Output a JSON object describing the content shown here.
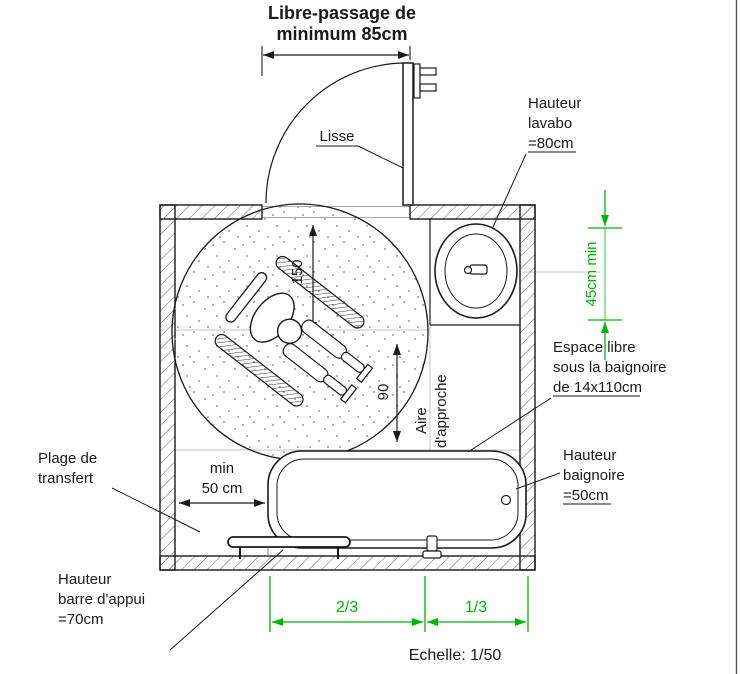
{
  "colors": {
    "accent_green": "#00b400",
    "line": "#1a1a1a",
    "hatch": "#666666"
  },
  "header": {
    "title_line1": "Libre-passage de",
    "title_line2": "minimum 85cm"
  },
  "labels": {
    "lisse": "Lisse",
    "lavabo": {
      "l1": "Hauteur",
      "l2": "lavabo",
      "l3": "=80cm"
    },
    "dim45": "45cm min",
    "dim150": "150",
    "dim90": "90",
    "aire": {
      "l1": "Aire",
      "l2": "d'approche"
    },
    "espace": {
      "l1": "Espace libre",
      "l2": "sous la baignoire",
      "l3": "de 14x110cm"
    },
    "baignoire": {
      "l1": "Hauteur",
      "l2": "baignoire",
      "l3": "=50cm"
    },
    "plage": {
      "l1": "Plage de",
      "l2": "transfert"
    },
    "min50": {
      "l1": "min",
      "l2": "50 cm"
    },
    "barre": {
      "l1": "Hauteur",
      "l2": "barre d'appui",
      "l3": "=70cm"
    },
    "frac_left": "2/3",
    "frac_right": "1/3",
    "echelle": "Echelle: 1/50"
  }
}
